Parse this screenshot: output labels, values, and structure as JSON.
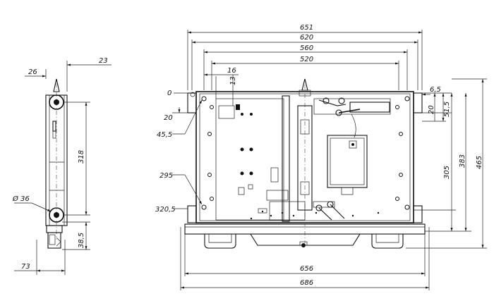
{
  "side_view": {
    "dims": {
      "w26": "26",
      "w23": "23",
      "h318": "318",
      "dia36": "Ø 36",
      "h38_5": "38,5",
      "w73": "73"
    }
  },
  "front_view": {
    "dims": {
      "w651": "651",
      "w620": "620",
      "w560": "560",
      "w520": "520",
      "w16": "16",
      "w13": "13",
      "y0": "0",
      "y20": "20",
      "y45_5": "45,5",
      "y295": "295",
      "y320_5": "320,5",
      "r6_5": "6,5",
      "r20": "20",
      "r51_5": "51,5",
      "h305": "305",
      "h383": "383",
      "h465": "465",
      "w656": "656",
      "w686": "686"
    }
  }
}
